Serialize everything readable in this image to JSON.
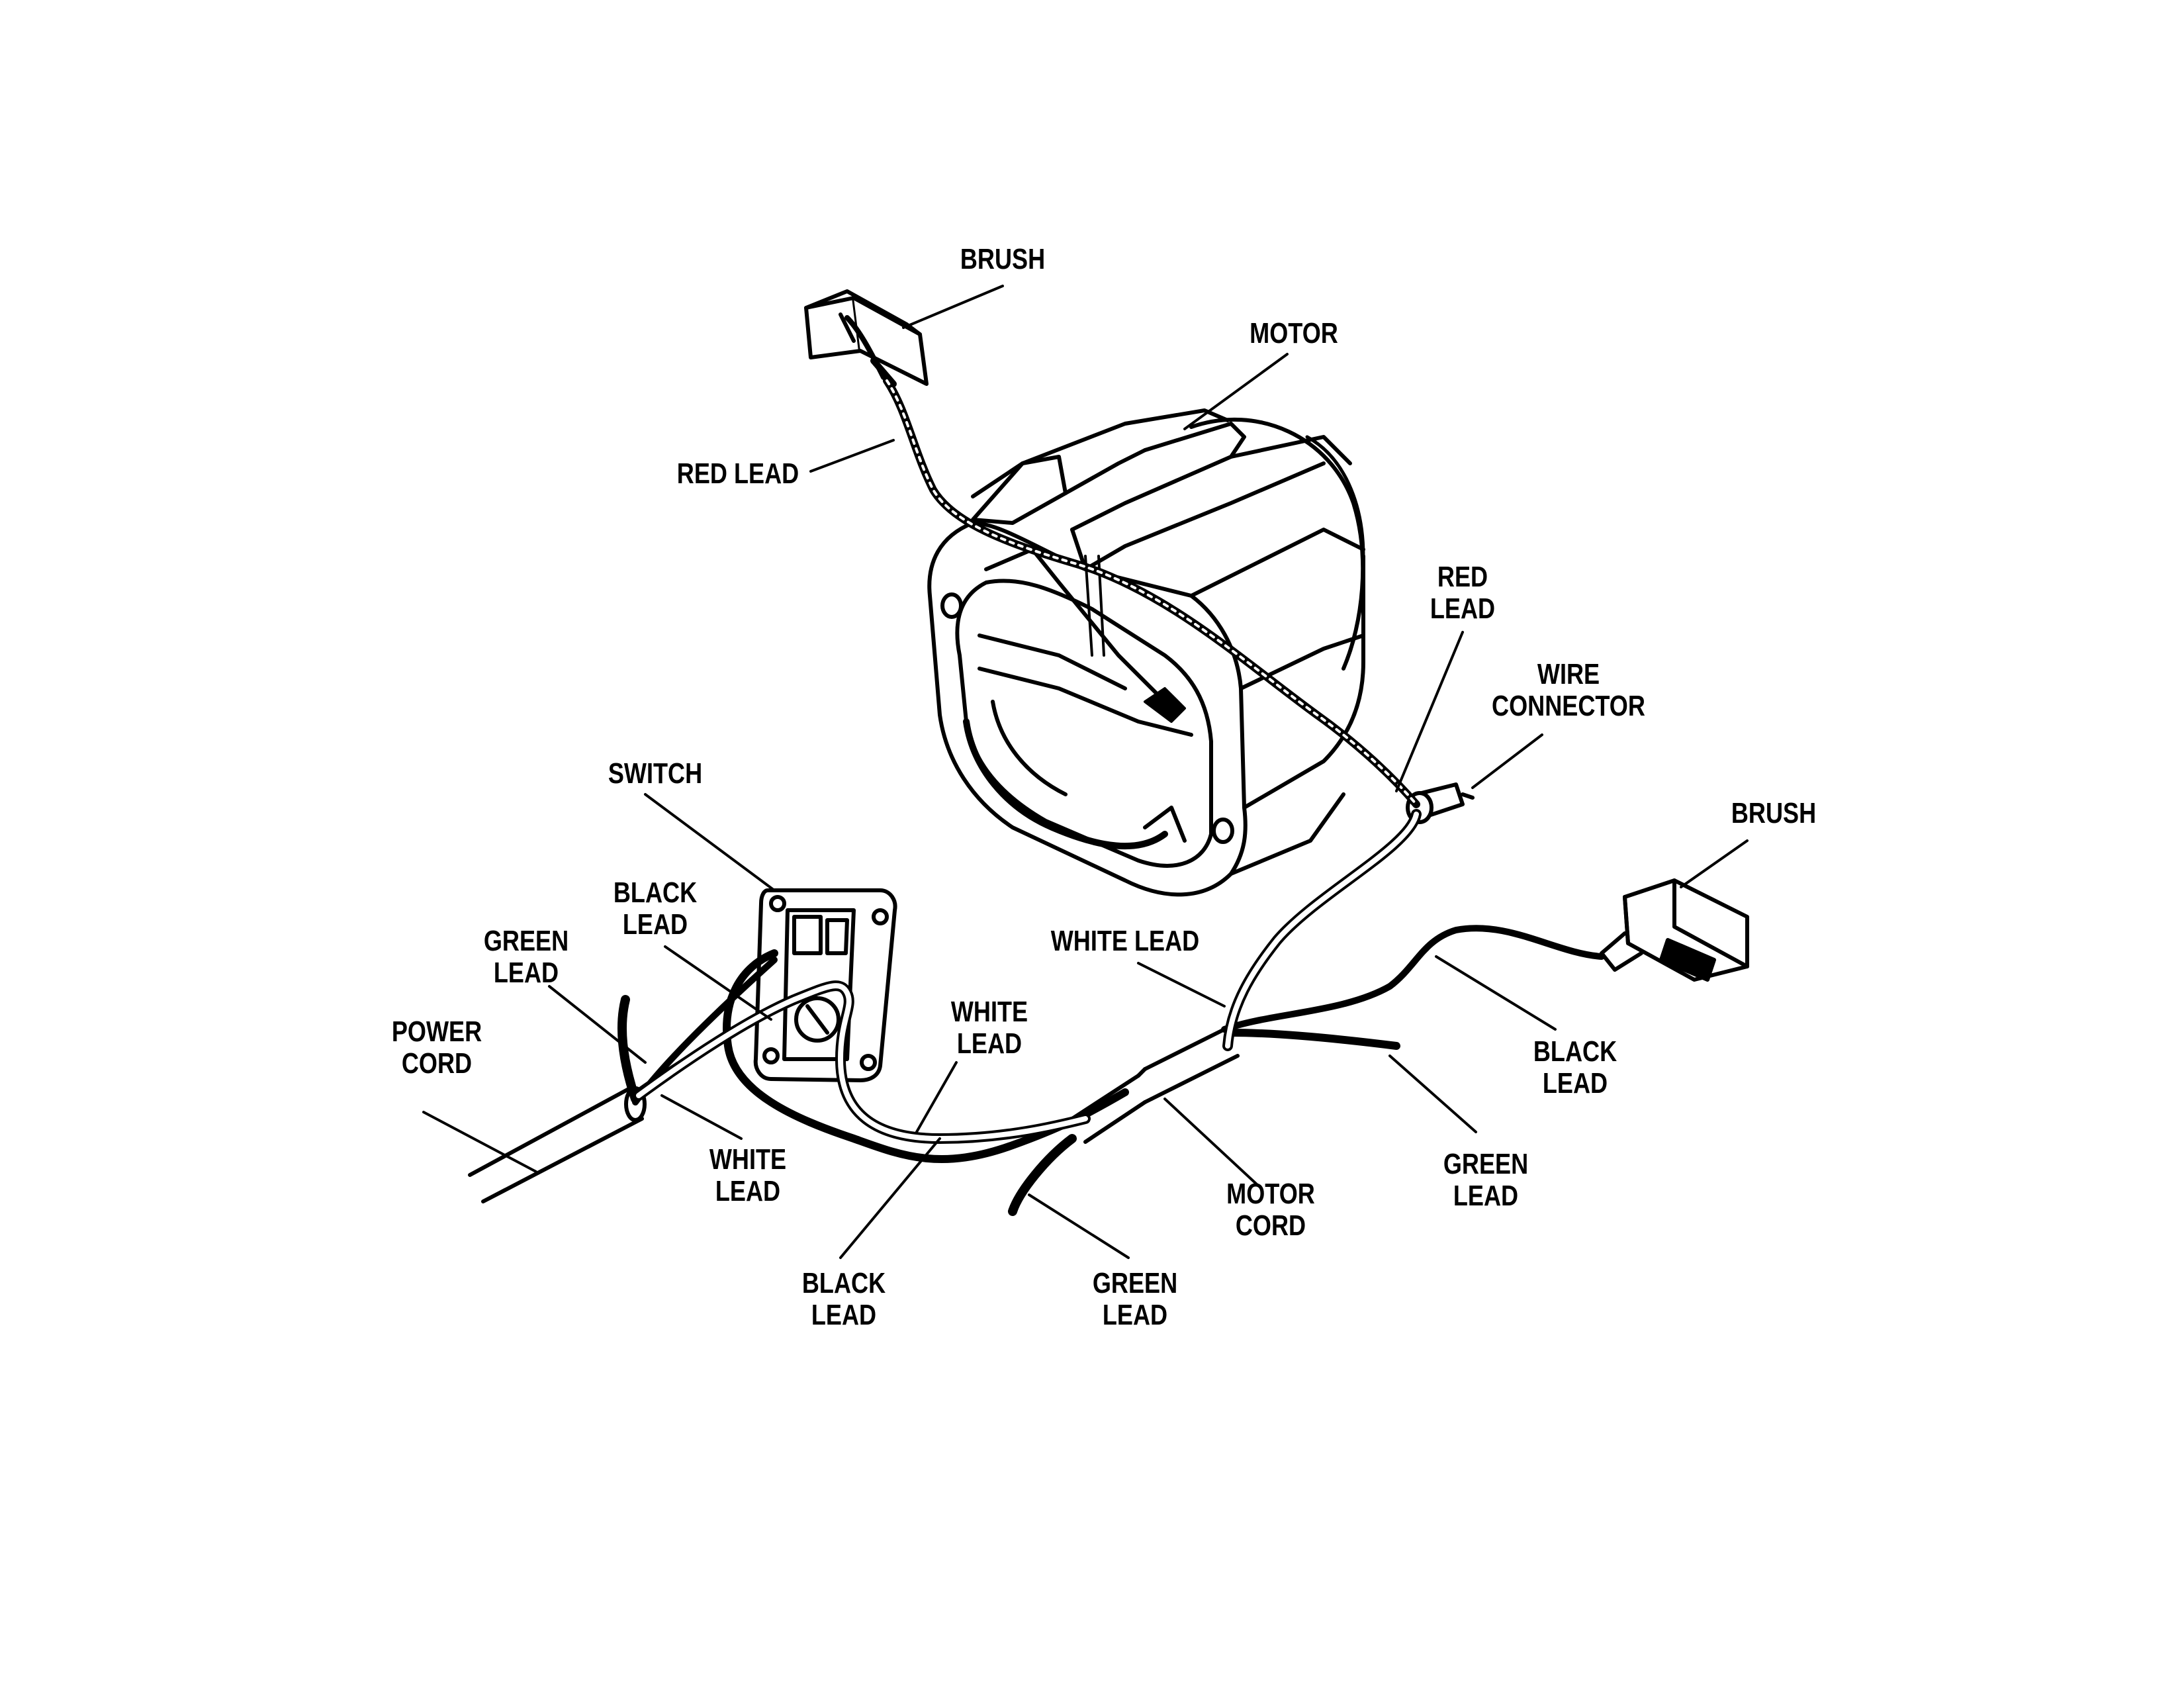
{
  "colors": {
    "ink": "#000000",
    "paper": "#ffffff"
  },
  "labels": {
    "brush_top": [
      "BRUSH"
    ],
    "motor": [
      "MOTOR"
    ],
    "red_lead_top": [
      "RED LEAD"
    ],
    "red_lead_right": [
      "RED",
      "LEAD"
    ],
    "wire_connector": [
      "WIRE",
      "CONNECTOR"
    ],
    "brush_right": [
      "BRUSH"
    ],
    "switch": [
      "SWITCH"
    ],
    "black_lead_switch": [
      "BLACK",
      "LEAD"
    ],
    "green_lead_left": [
      "GREEN",
      "LEAD"
    ],
    "power_cord": [
      "POWER",
      "CORD"
    ],
    "white_lead_left": [
      "WHITE",
      "LEAD"
    ],
    "white_lead_middle": [
      "WHITE",
      "LEAD"
    ],
    "white_lead_upper": [
      "WHITE LEAD"
    ],
    "black_lead_right": [
      "BLACK",
      "LEAD"
    ],
    "green_lead_right": [
      "GREEN",
      "LEAD"
    ],
    "motor_cord": [
      "MOTOR",
      "CORD"
    ],
    "black_lead_bottom": [
      "BLACK",
      "LEAD"
    ],
    "green_lead_bottom": [
      "GREEN",
      "LEAD"
    ]
  }
}
